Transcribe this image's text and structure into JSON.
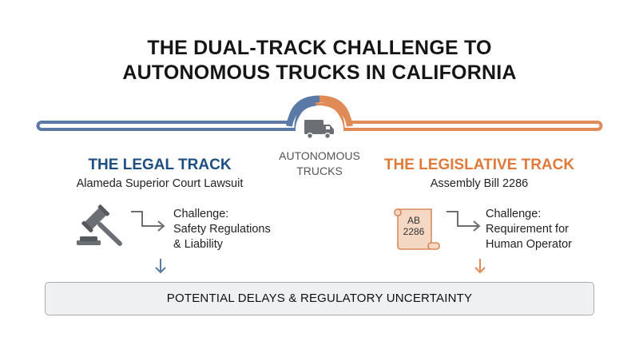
{
  "title": {
    "line1": "THE DUAL-TRACK CHALLENGE TO",
    "line2": "AUTONOMOUS TRUCKS IN CALIFORNIA"
  },
  "center": {
    "label_line1": "AUTONOMOUS",
    "label_line2": "TRUCKS",
    "icon": "truck-icon"
  },
  "legal_track": {
    "title": "THE LEGAL TRACK",
    "subtitle": "Alameda Superior Court Lawsuit",
    "icon": "gavel-icon",
    "challenge_lines": [
      "Challenge:",
      "Safety Regulations",
      "& Liability"
    ],
    "color": "#5a79a6"
  },
  "legislative_track": {
    "title": "THE LEGISLATIVE TRACK",
    "subtitle": "Assembly Bill 2286",
    "icon": "scroll-icon",
    "scroll_text_line1": "AB",
    "scroll_text_line2": "2286",
    "challenge_lines": [
      "Challenge:",
      "Requirement for",
      "Human Operator"
    ],
    "color": "#e08a57"
  },
  "outcome": {
    "label": "POTENTIAL DELAYS & REGULATORY UNCERTAINTY"
  }
}
